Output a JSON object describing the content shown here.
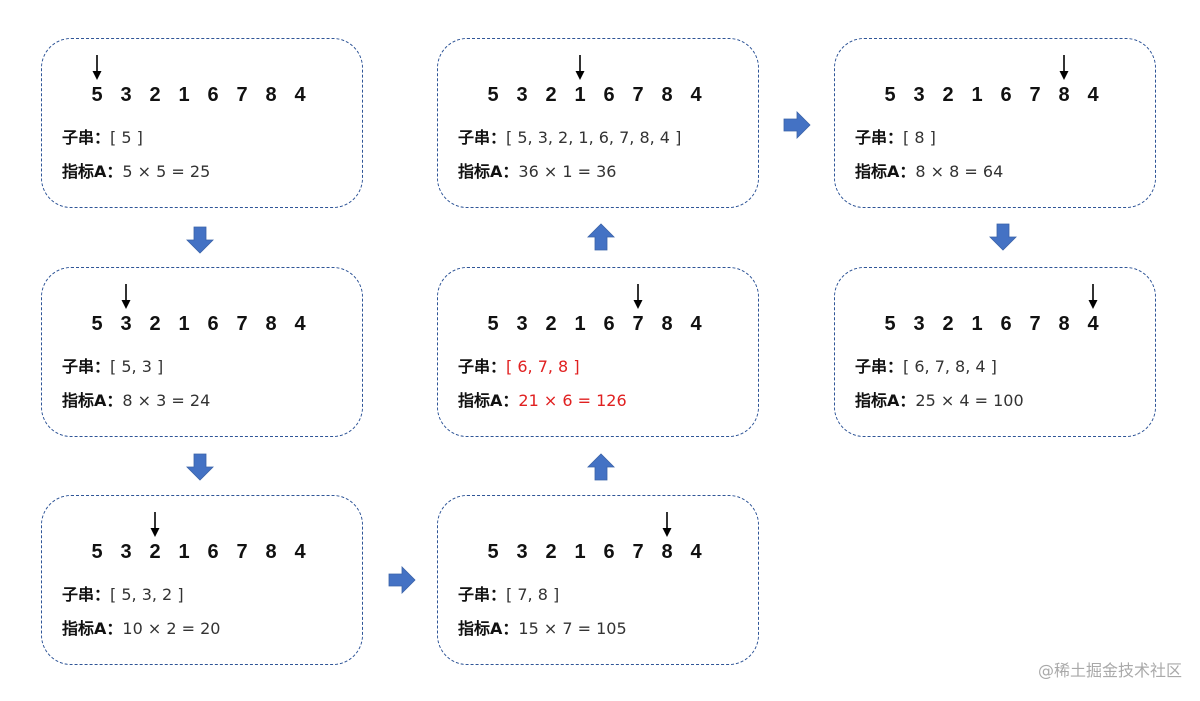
{
  "sequence": [
    "5",
    "3",
    "2",
    "1",
    "6",
    "7",
    "8",
    "4"
  ],
  "labels": {
    "substring": "子串：",
    "metric": "指标A："
  },
  "steps": [
    {
      "pointer": 0,
      "substring": "[ 5 ]",
      "metric": "5 × 5 = 25",
      "highlight": false
    },
    {
      "pointer": 1,
      "substring": "[ 5,  3 ]",
      "metric": "8 × 3 = 24",
      "highlight": false
    },
    {
      "pointer": 2,
      "substring": "[ 5,  3,  2 ]",
      "metric": "10 × 2 = 20",
      "highlight": false
    },
    {
      "pointer": 6,
      "substring": "[ 7,  8 ]",
      "metric": "15 × 7 = 105",
      "highlight": false
    },
    {
      "pointer": 5,
      "substring": "[ 6,  7,  8 ]",
      "metric": "21 × 6 = 126",
      "highlight": true
    },
    {
      "pointer": 3,
      "substring": "[ 5,  3,  2,  1,  6,  7,  8,  4 ]",
      "metric": "36 × 1 = 36",
      "highlight": false
    },
    {
      "pointer": 6,
      "substring": "[ 8 ]",
      "metric": "8 × 8 = 64",
      "highlight": false
    },
    {
      "pointer": 7,
      "substring": "[ 6,  7,  8,  4 ]",
      "metric": "25 × 4 = 100",
      "highlight": false
    }
  ],
  "arrows": [
    "down",
    "down",
    "right",
    "up",
    "up",
    "right",
    "down"
  ],
  "colors": {
    "border": "#2f5597",
    "arrow": "#4472c4",
    "highlight": "#e02020"
  },
  "watermark": "@稀土掘金技术社区"
}
